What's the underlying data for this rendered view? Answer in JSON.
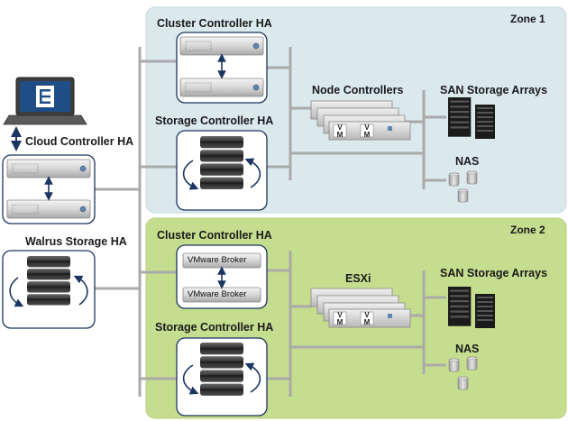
{
  "zones": [
    {
      "label": "Zone 1"
    },
    {
      "label": "Zone 2"
    }
  ],
  "left": {
    "cloud_controller": "Cloud Controller HA",
    "walrus_storage": "Walrus Storage HA"
  },
  "zone1": {
    "cluster_controller": "Cluster Controller HA",
    "storage_controller": "Storage Controller HA",
    "node_controllers": "Node Controllers",
    "san": "SAN Storage Arrays",
    "nas": "NAS",
    "vm": "V\nM"
  },
  "zone2": {
    "cluster_controller": "Cluster Controller HA",
    "vmware_broker": "VMware Broker",
    "storage_controller": "Storage Controller HA",
    "esxi": "ESXi",
    "san": "SAN Storage Arrays",
    "nas": "NAS"
  },
  "colors": {
    "zone1_fill": "#dbe8ec",
    "zone2_fill": "#c5dd8f",
    "bus": "#aaaaaa",
    "box_border": "#1c3560",
    "arrow": "#1c3560"
  },
  "icons": [
    "laptop-icon",
    "server-icon",
    "storage-stack-icon",
    "san-array-icon",
    "nas-disk-icon"
  ]
}
